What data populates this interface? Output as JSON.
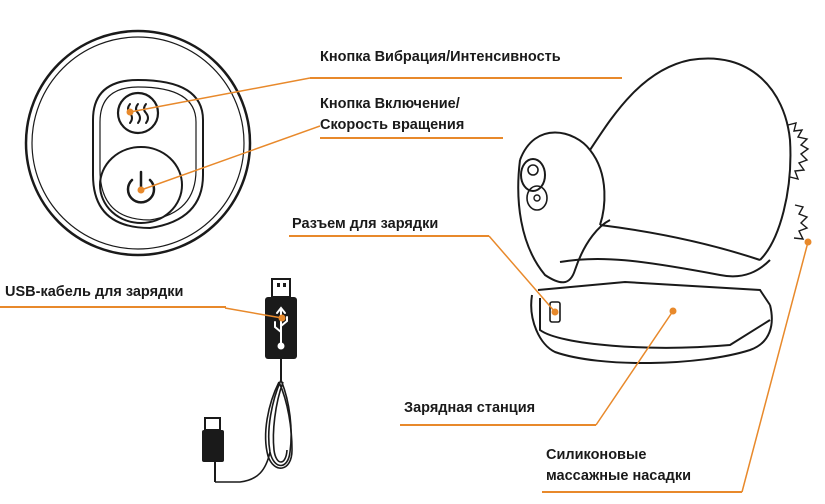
{
  "labels": {
    "vibration_button": "Кнопка Вибрация/Интенсивность",
    "power_button_line1": "Кнопка Включение/",
    "power_button_line2": "Скорость вращения",
    "charging_port": "Разъем для зарядки",
    "usb_cable": "USB-кабель для зарядки",
    "charging_station": "Зарядная станция",
    "silicone_heads_line1": "Силиконовые",
    "silicone_heads_line2": "массажные насадки"
  },
  "colors": {
    "accent": "#e8892b",
    "line_art": "#1a1a1a"
  },
  "icons": [
    "vibration-icon",
    "power-icon",
    "usb-icon"
  ]
}
